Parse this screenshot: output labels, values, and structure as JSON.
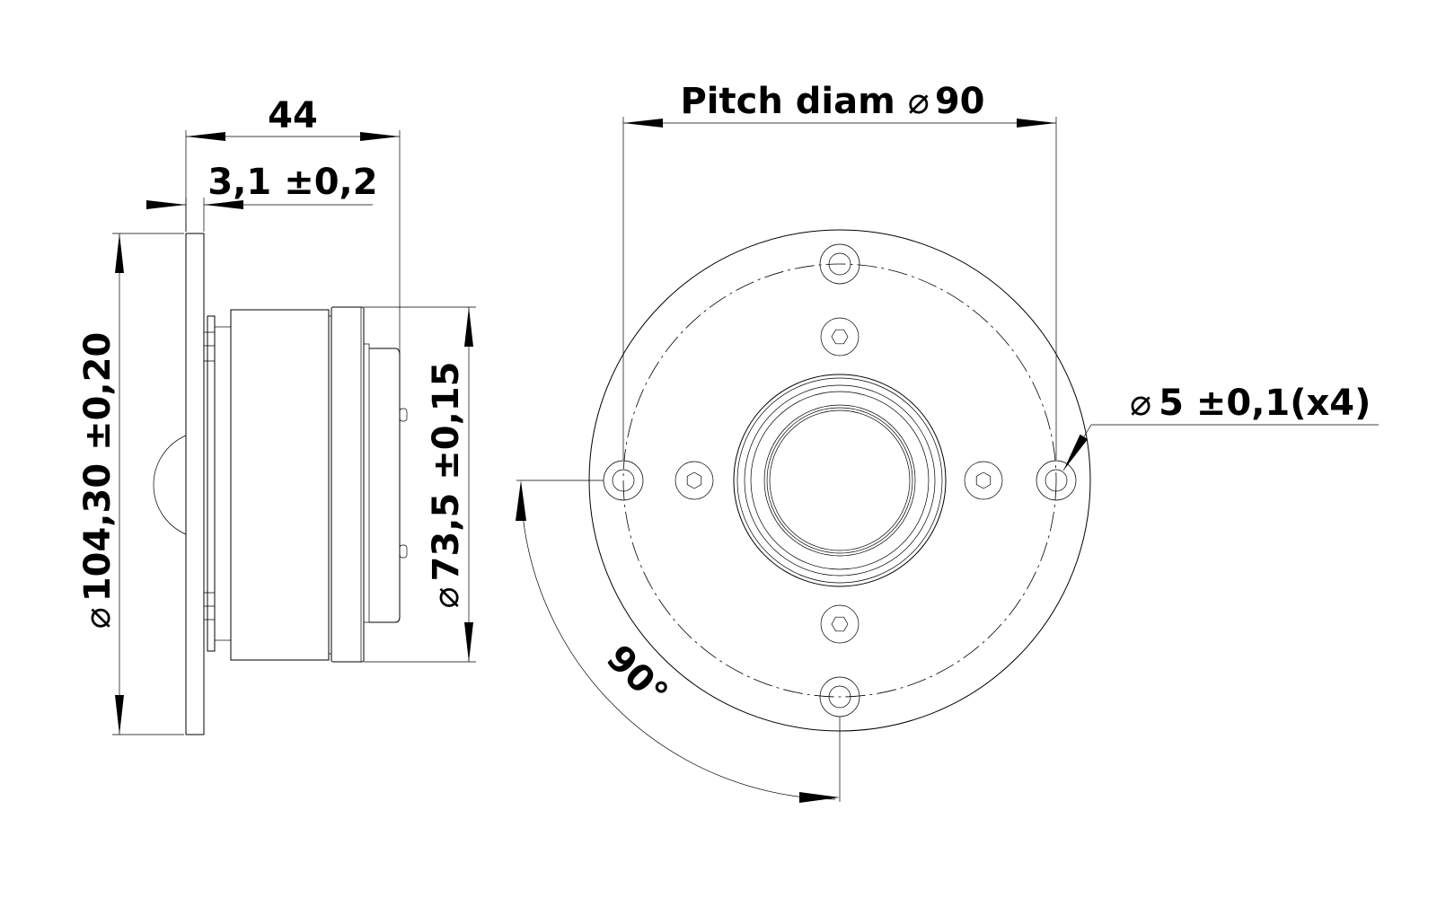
{
  "drawing": {
    "side_view": {
      "depth_label": "44",
      "flange_thickness_label": "3,1 ±0,2",
      "flange_diameter_label": "104,30 ±0,20",
      "body_diameter_label": "73,5 ±0,15",
      "diameter_symbol": "⌀"
    },
    "front_view": {
      "pitch_label": "Pitch diam",
      "pitch_value": "90",
      "hole_label": "5 ±0,1(x4)",
      "angle_label": "90°"
    },
    "colors": {
      "line": "#000000",
      "background": "#ffffff"
    }
  }
}
